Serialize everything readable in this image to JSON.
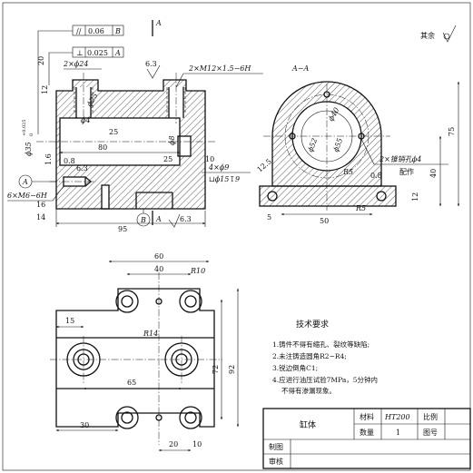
{
  "roughness": {
    "label": "其余"
  },
  "front_view": {
    "gdt_parallel": {
      "symbol": "//",
      "value": "0.06",
      "datum": "B"
    },
    "gdt_perpendicular": {
      "symbol": "⊥",
      "value": "0.025",
      "datum": "A"
    },
    "holes_top_left": "2×ϕ24",
    "threads_top_right": "2×M12×1.5−6H",
    "roughness_top": "6.3",
    "section_marker_top": "A",
    "section_marker_bottom": "A",
    "dim_phi4": "ϕ4",
    "dim_25": "25",
    "dim_80": "80",
    "dim_25b": "25",
    "dim_10": "10",
    "dim_12": "12",
    "dim_20": "20",
    "dim_0_8": "0.8",
    "dim_1_6": "1.6",
    "dim_6_3_mid": "6.3",
    "dim_phi8": "ϕ8",
    "dim_35": "ϕ35",
    "dim_35_tol": "+0.025",
    "dim_35_tol2": "0",
    "dim_phi25": "ϕ25",
    "dim_4phi9": "4×ϕ9",
    "dim_cbore": "⊔ϕ15↧9",
    "threads_left": "6×M6−6H",
    "datum_a": "A",
    "datum_b": "B",
    "dim_16": "16",
    "dim_14": "14",
    "dim_95": "95",
    "dim_6_3_bottom": "6.3"
  },
  "section_view": {
    "title": "A−A",
    "dim_75": "75",
    "dim_40": "40",
    "dim_12": "12",
    "dim_50": "50",
    "dim_5": "5",
    "dim_12_5": "12.5",
    "dim_phi40": "ϕ40",
    "dim_phi52": "ϕ52",
    "dim_phi55": "ϕ55",
    "dim_r5": "R5",
    "dim_r5b": "R5",
    "dim_0_8": "0.8",
    "pins": "2×锥销孔ϕ4",
    "pins_note": "配作"
  },
  "top_view": {
    "dim_60": "60",
    "dim_40": "40",
    "dim_r10": "R10",
    "dim_r14": "R14",
    "dim_15": "15",
    "dim_65": "65",
    "dim_72": "72",
    "dim_92": "92",
    "dim_30": "30",
    "dim_20": "20",
    "dim_10": "10"
  },
  "tech_req": {
    "title": "技术要求",
    "items": [
      "1.铸件不得有缩孔、裂纹等缺陷;",
      "2.未注铸造圆角R2−R4;",
      "3.锐边倒角C1;",
      "4.应进行油压试验7MPa，5分钟内",
      "不得有渗漏现象。"
    ]
  },
  "title_block": {
    "part_name": "缸体",
    "material_label": "材料",
    "material_value": "HT200",
    "scale_label": "比例",
    "qty_label": "数量",
    "qty_value": "1",
    "drawing_no_label": "图号",
    "drawn_label": "制图",
    "checked_label": "审核"
  }
}
